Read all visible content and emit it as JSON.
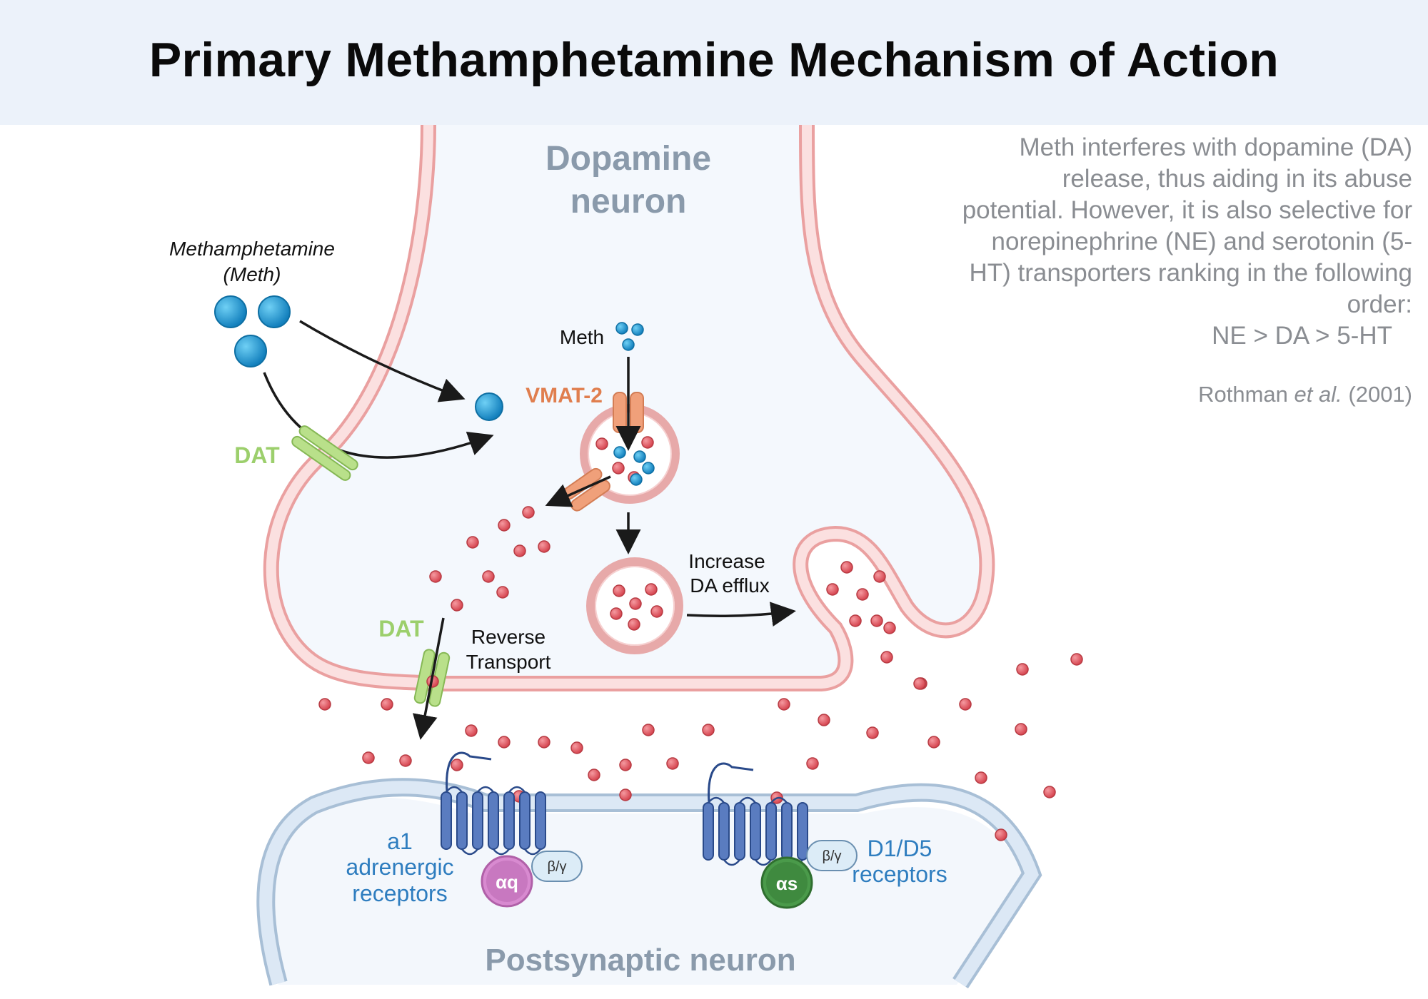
{
  "title": "Primary Methamphetamine Mechanism of Action",
  "presynaptic": {
    "line1": "Dopamine",
    "line2": "neuron"
  },
  "postsynaptic": {
    "label": "Postsynaptic neuron"
  },
  "meth_outside": {
    "line1": "Methamphetamine",
    "line2": "(Meth)"
  },
  "labels": {
    "dat_top": "DAT",
    "dat_bottom": "DAT",
    "vmat2": "VMAT-2",
    "meth_inside": "Meth",
    "increase_line1": "Increase",
    "increase_line2": "DA efflux",
    "reverse_line1": "Reverse",
    "reverse_line2": "Transport",
    "a1_line1": "a1",
    "a1_line2": "adrenergic",
    "a1_line3": "receptors",
    "d1_line1": "D1/D5",
    "d1_line2": "receptors",
    "alpha_q": "αq",
    "alpha_s": "αs",
    "beta_gamma_left": "β/γ",
    "beta_gamma_right": "β/γ"
  },
  "side_note": {
    "text": "Meth interferes with dopamine (DA) release, thus aiding in its abuse potential. However, it is also selective for norepinephrine (NE) and serotonin (5-HT) transporters ranking in the following order:",
    "order": "NE > DA > 5-HT"
  },
  "citation": {
    "author": "Rothman",
    "etal": "et al.",
    "year": "(2001)"
  },
  "colors": {
    "header_bg": "#ecf2fa",
    "membrane": "#f6c9c9",
    "membrane_edge": "#eaa0a0",
    "cytoplasm": "#f4f8fd",
    "post_membrane": "#d6e5f4",
    "post_edge": "#a8bfd6",
    "meth_blue": "#1f8fc7",
    "dopamine_red": "#e0555c",
    "dat_green": "#b9e08a",
    "vmat_orange": "#f0a07a",
    "receptor_blue": "#5a7cc0",
    "alpha_q": "#d88ad0",
    "alpha_s": "#4a9a4a",
    "label_blue": "#2e7dbf",
    "label_green": "#9ccf6c",
    "label_orange": "#e07e4e",
    "gray_text": "#8a9aab"
  }
}
